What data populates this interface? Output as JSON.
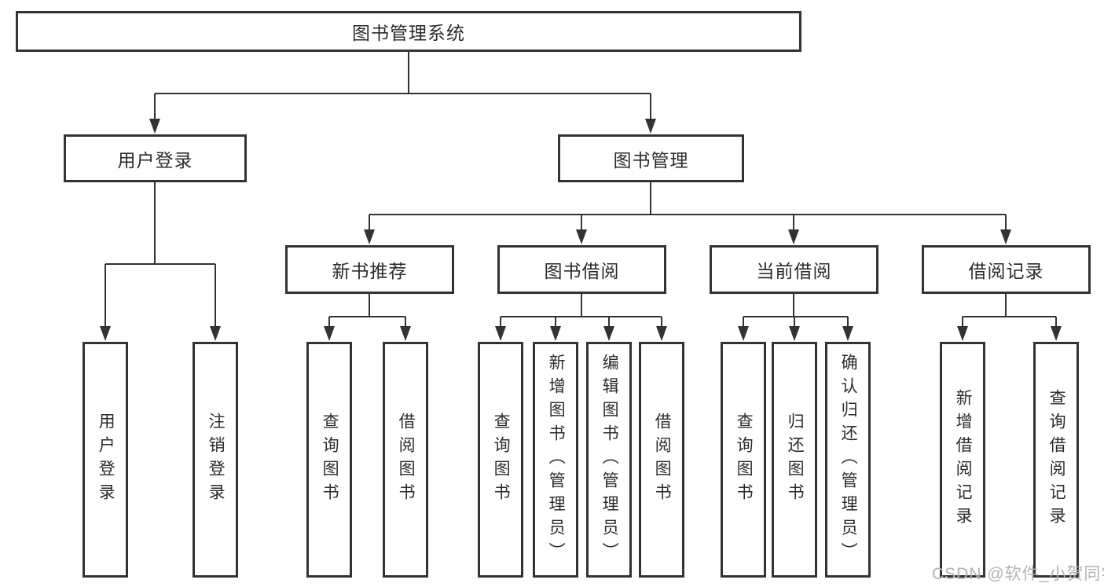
{
  "diagram_type": "hierarchy-tree",
  "colors": {
    "line": "#333333",
    "text": "#2b2b2b",
    "background": "#ffffff",
    "watermark": "#b3b3b3"
  },
  "watermark": {
    "text": "CSDN @软件_小贺同学"
  },
  "tree": {
    "label": "图书管理系统",
    "children": [
      {
        "label": "用户登录",
        "children": [
          {
            "label": "用户登录"
          },
          {
            "label": "注销登录"
          }
        ]
      },
      {
        "label": "图书管理",
        "children": [
          {
            "label": "新书推荐",
            "children": [
              {
                "label": "查询图书"
              },
              {
                "label": "借阅图书"
              }
            ]
          },
          {
            "label": "图书借阅",
            "children": [
              {
                "label": "查询图书"
              },
              {
                "label": "新增图书（管理员）"
              },
              {
                "label": "编辑图书（管理员）"
              },
              {
                "label": "借阅图书"
              }
            ]
          },
          {
            "label": "当前借阅",
            "children": [
              {
                "label": "查询图书"
              },
              {
                "label": "归还图书"
              },
              {
                "label": "确认归还（管理员）"
              }
            ]
          },
          {
            "label": "借阅记录",
            "children": [
              {
                "label": "新增借阅记录"
              },
              {
                "label": "查询借阅记录"
              }
            ]
          }
        ]
      }
    ]
  }
}
